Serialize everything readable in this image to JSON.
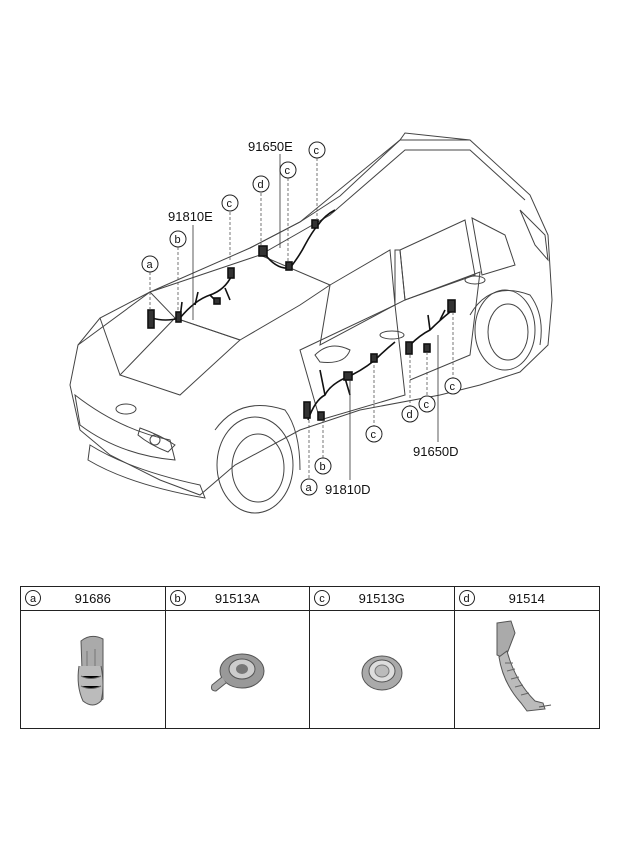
{
  "callouts": {
    "p91650E": "91650E",
    "p91810E": "91810E",
    "p91810D": "91810D",
    "p91650D": "91650D"
  },
  "letters": {
    "a": "a",
    "b": "b",
    "c": "c",
    "d": "d"
  },
  "table": {
    "columns": [
      {
        "letter": "a",
        "part_number": "91686"
      },
      {
        "letter": "b",
        "part_number": "91513A"
      },
      {
        "letter": "c",
        "part_number": "91513G"
      },
      {
        "letter": "d",
        "part_number": "91514"
      }
    ]
  }
}
